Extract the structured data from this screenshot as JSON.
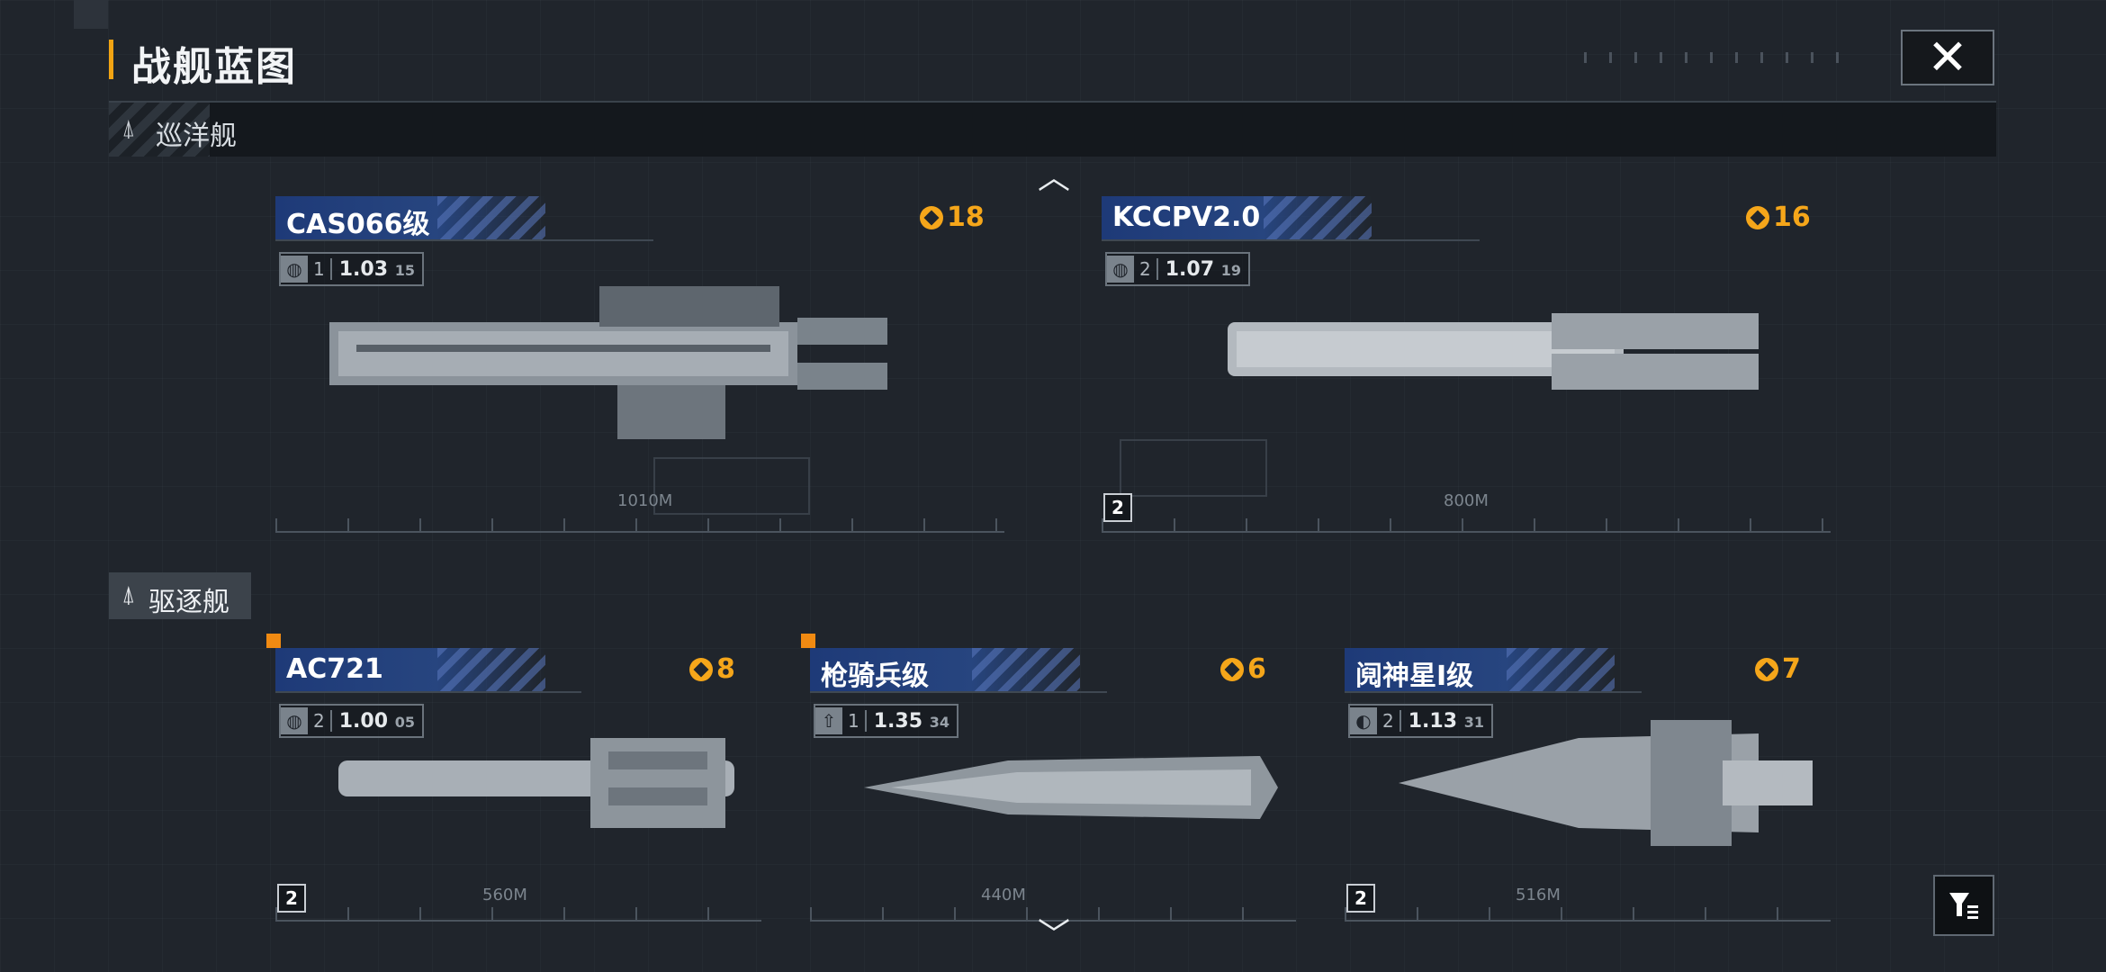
{
  "header": {
    "title": "战舰蓝图",
    "close_icon": "close-icon"
  },
  "sections": [
    {
      "label": "巡洋舰",
      "icon": "cruiser-icon"
    },
    {
      "label": "驱逐舰",
      "icon": "destroyer-icon"
    }
  ],
  "cards": [
    {
      "name": "CAS066级",
      "cost": "18",
      "tier": "1",
      "version_main": "1.03",
      "version_sub": "15",
      "length": "1010M",
      "badge": ""
    },
    {
      "name": "KCCPV2.0",
      "cost": "16",
      "tier": "2",
      "version_main": "1.07",
      "version_sub": "19",
      "length": "800M",
      "badge": "2"
    },
    {
      "name": "AC721",
      "cost": "8",
      "tier": "2",
      "version_main": "1.00",
      "version_sub": "05",
      "length": "560M",
      "badge": "2"
    },
    {
      "name": "枪骑兵级",
      "cost": "6",
      "tier": "1",
      "version_main": "1.35",
      "version_sub": "34",
      "length": "440M",
      "badge": ""
    },
    {
      "name": "阋神星I级",
      "cost": "7",
      "tier": "2",
      "version_main": "1.13",
      "version_sub": "31",
      "length": "516M",
      "badge": "2"
    }
  ],
  "colors": {
    "accent": "#f2a413",
    "cost": "#f5a61a",
    "nameplate": "#1e3a78",
    "background": "#20252c"
  }
}
